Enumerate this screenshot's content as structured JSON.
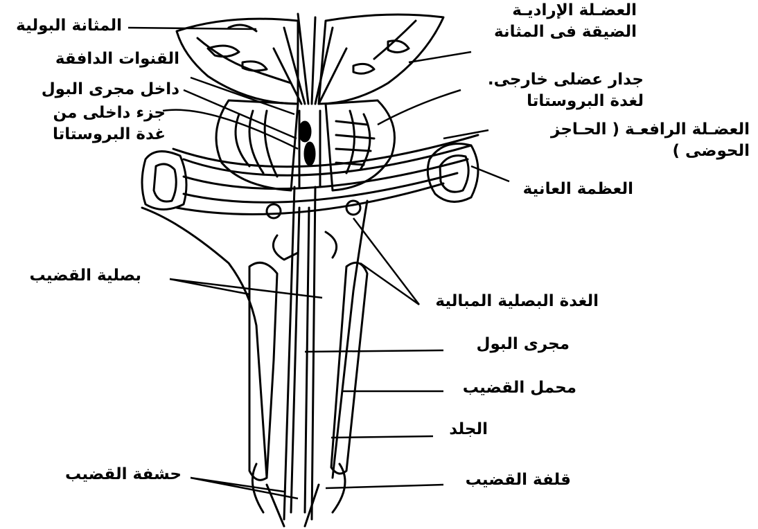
{
  "labels": {
    "bladder": "المثانة البولية",
    "sphincter_1": "العضـلة الإراديـة",
    "sphincter_2": "الضيقة فى المثانة",
    "ejaculatory_ducts": "القنوات الدافقة",
    "inner_urethra": "داخل مجرى البول",
    "prostate_inner_1": "جزء داخلى من",
    "prostate_inner_2": "غدة البروستاتا",
    "prostate_wall_1": "جدار عضلى خارجى.",
    "prostate_wall_2": "لغدة البروستاتا",
    "levator_1": "العضـلة الرافعـة ( الحـاجز",
    "levator_2": "الحوضى )",
    "pubic_bone": "العظمة العانية",
    "penile_bulb": "بصلية القضيب",
    "bulbourethral_gland": "الغدة البصلية المبالية",
    "urethra": "مجرى البول",
    "penile_body": "محمل القضيب",
    "skin": "الجلد",
    "glans": "حشفة القضيب",
    "foreskin": "قلفة القضيب"
  }
}
